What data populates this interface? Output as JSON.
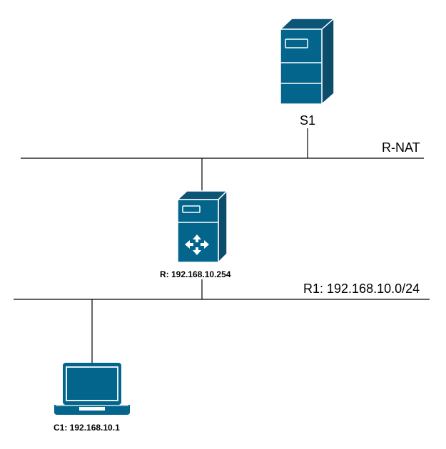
{
  "nodes": {
    "server": {
      "label": "S1",
      "icon": "server-tower-icon"
    },
    "router": {
      "label": "R: 192.168.10.254",
      "icon": "router-tower-icon"
    },
    "client": {
      "label": "C1: 192.168.10.1",
      "icon": "laptop-icon"
    }
  },
  "networks": {
    "upper": {
      "label": "R-NAT"
    },
    "lower": {
      "label": "R1: 192.168.10.0/24"
    }
  },
  "colors": {
    "icon_front": "#03658c",
    "icon_top": "#0b5577",
    "icon_side": "#0b4d6b",
    "icon_outline": "#ffffff",
    "line": "#000000"
  }
}
